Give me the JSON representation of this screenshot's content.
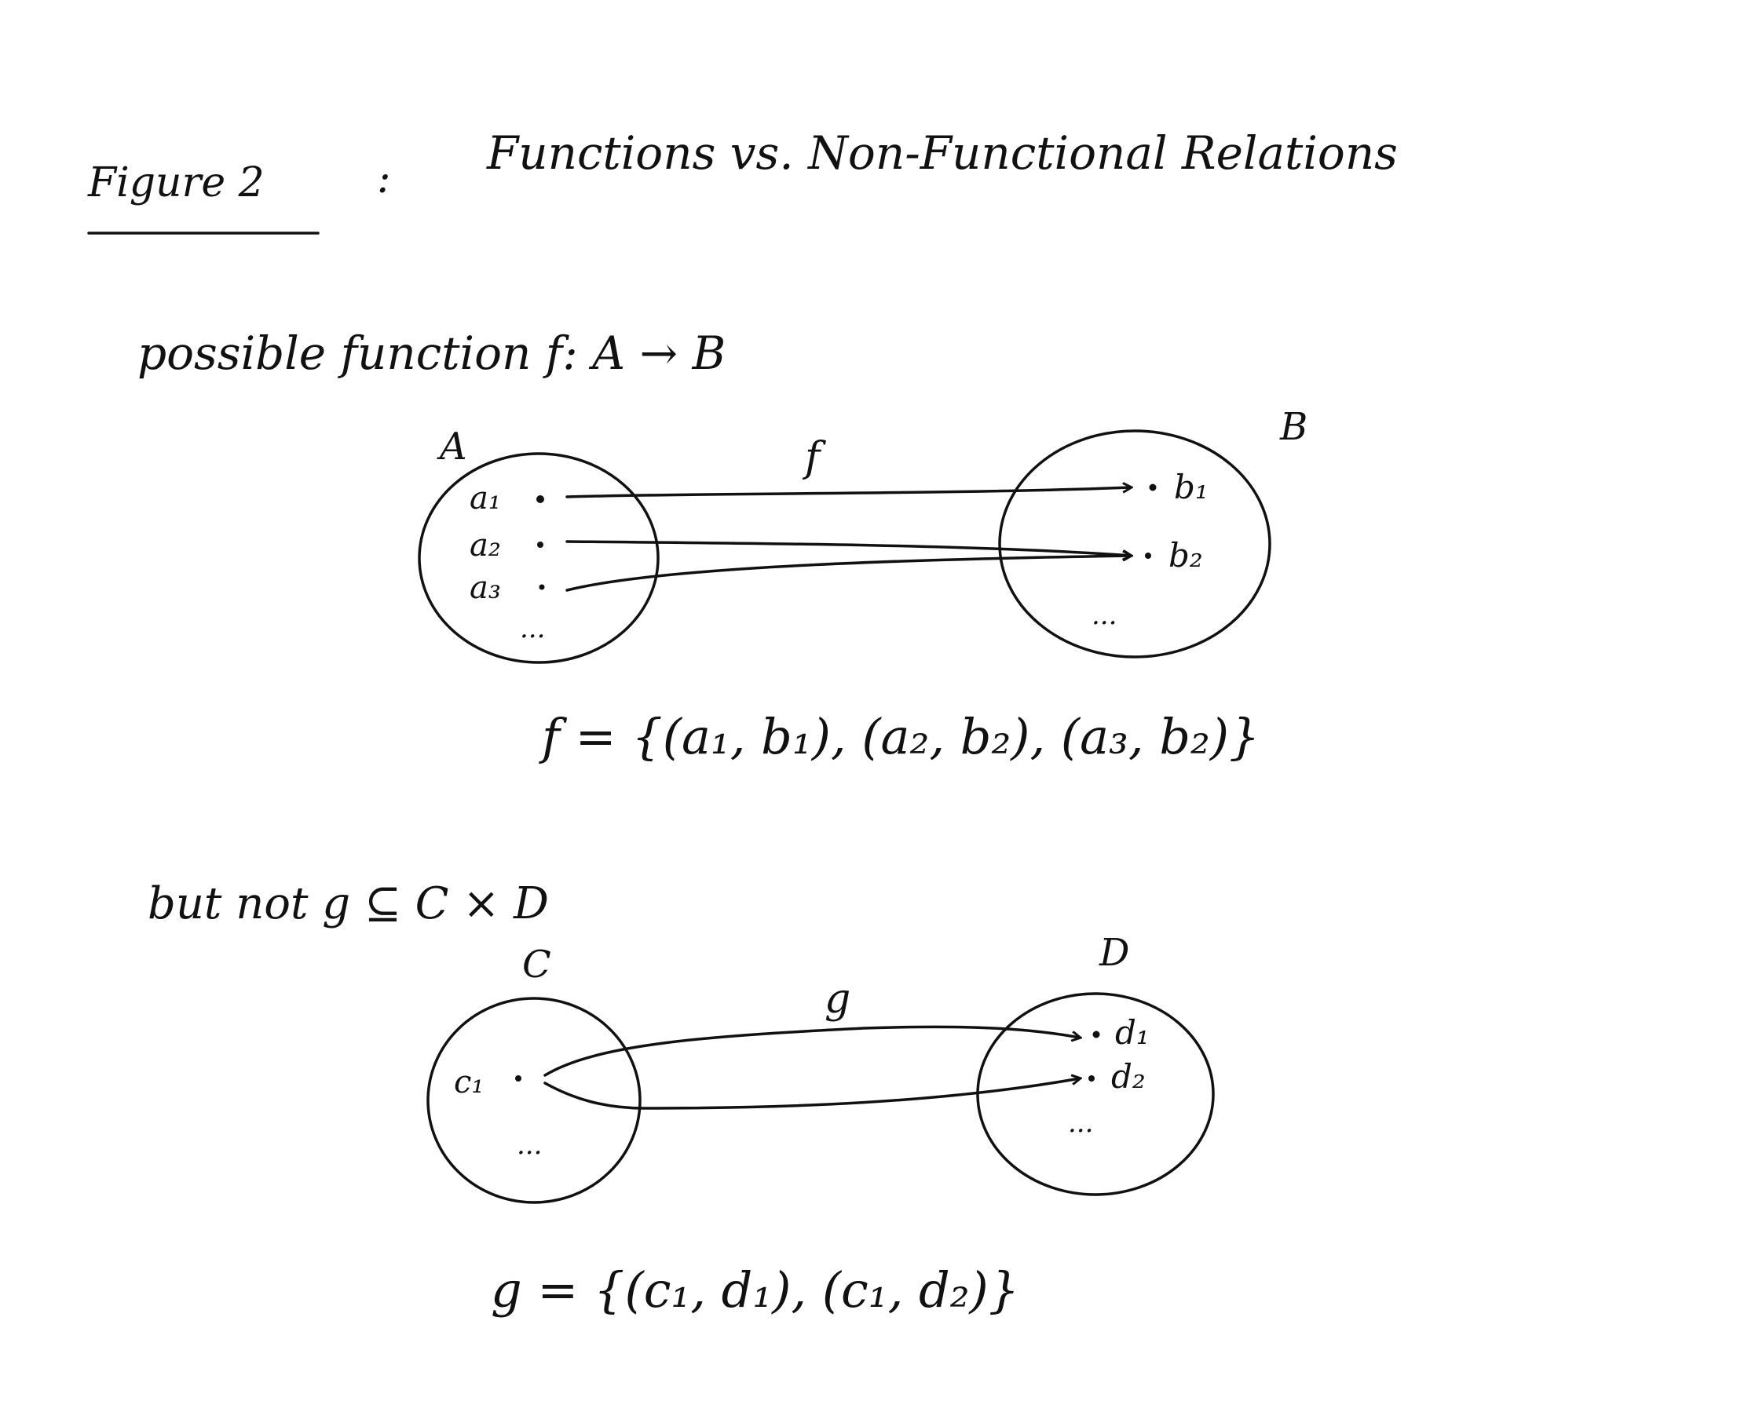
{
  "figure_label": "Figure 2",
  "title_separator": ":",
  "title": "Functions vs. Non-Functional Relations",
  "section1": {
    "caption": "possible function f: A → B",
    "set_a_label": "A",
    "set_b_label": "B",
    "mapping_label": "f",
    "domain_elements": [
      "a₁",
      "a₂",
      "a₃"
    ],
    "codomain_elements": [
      "b₁",
      "b₂"
    ],
    "ellipsis": "...",
    "set_notation": "f = {(a₁, b₁), (a₂, b₂), (a₃, b₂)}"
  },
  "section2": {
    "caption": "but not g ⊆ C × D",
    "set_c_label": "C",
    "set_d_label": "D",
    "mapping_label": "g",
    "domain_elements": [
      "c₁"
    ],
    "codomain_elements": [
      "d₁",
      "d₂"
    ],
    "ellipsis": "...",
    "set_notation": "g = {(c₁, d₁), (c₁, d₂)}"
  }
}
